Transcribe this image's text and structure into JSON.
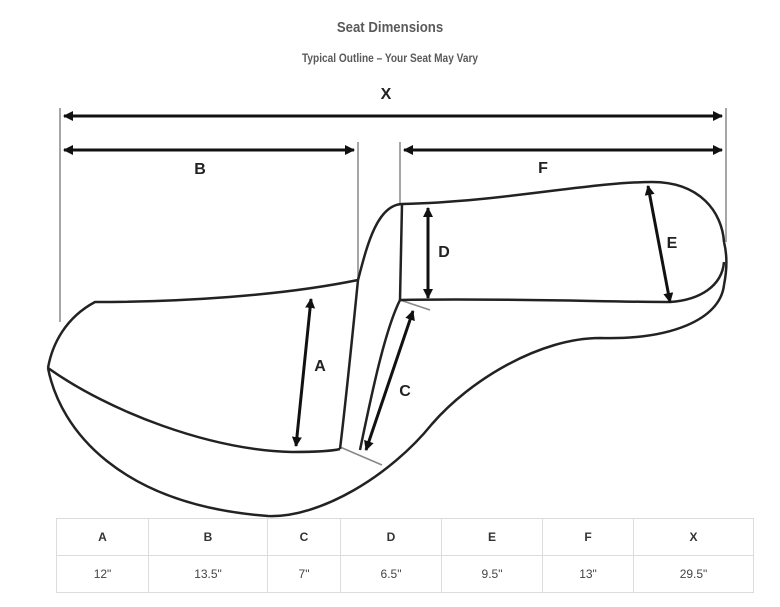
{
  "title": "Seat Dimensions",
  "subtitle": "Typical Outline – Your Seat May Vary",
  "diagram_labels": {
    "x": "X",
    "a": "A",
    "b": "B",
    "c": "C",
    "d": "D",
    "e": "E",
    "f": "F"
  },
  "table": {
    "headers": [
      "A",
      "B",
      "C",
      "D",
      "E",
      "F",
      "X"
    ],
    "values": [
      "12\"",
      "13.5\"",
      "7\"",
      "6.5\"",
      "9.5\"",
      "13\"",
      "29.5\""
    ]
  }
}
